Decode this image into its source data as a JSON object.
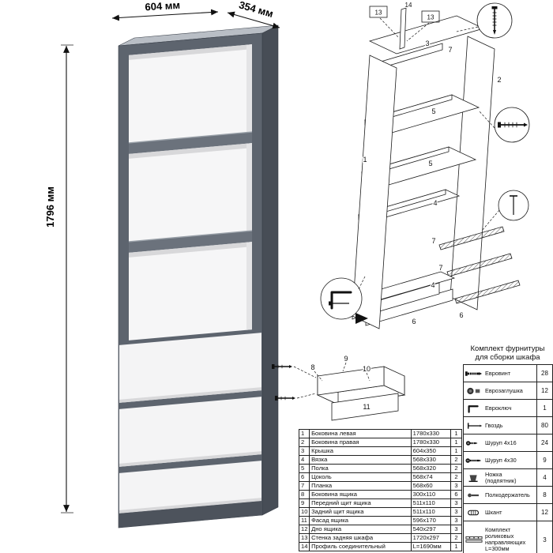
{
  "dimensions": {
    "width": "604 мм",
    "depth": "354 мм",
    "height": "1796 мм"
  },
  "colors": {
    "front": "#5d646e",
    "top": "#b9bec5",
    "side": "#474d56",
    "shelf_band": "#6b727c",
    "white": "#f6f6f7",
    "drawer": "#f4f4f5",
    "plinth": "#4d535c",
    "shadow": "#d8d8da",
    "inner_wall": "#e4e4e6"
  },
  "exploded": {
    "labels": {
      "p1": "1",
      "p2": "2",
      "p3": "3",
      "p5a": "5",
      "p5b": "5",
      "p4a": "4",
      "p4b": "4",
      "p6a": "6",
      "p6b": "6",
      "p7a": "7",
      "p7b": "7",
      "p7c": "7",
      "c13a": "13",
      "c14": "14",
      "c13b": "13"
    }
  },
  "drawer_diagram": {
    "labels": {
      "back": "10",
      "side": "8",
      "front": "9",
      "facade": "11"
    }
  },
  "parts_table": {
    "rows": [
      {
        "num": "1",
        "name": "Боковина левая",
        "size": "1780x330",
        "qty": "1"
      },
      {
        "num": "2",
        "name": "Боковина правая",
        "size": "1780x330",
        "qty": "1"
      },
      {
        "num": "3",
        "name": "Крышка",
        "size": "604x350",
        "qty": "1"
      },
      {
        "num": "4",
        "name": "Вязка",
        "size": "568x330",
        "qty": "2"
      },
      {
        "num": "5",
        "name": "Полка",
        "size": "568x320",
        "qty": "2"
      },
      {
        "num": "6",
        "name": "Цоколь",
        "size": "568x74",
        "qty": "2"
      },
      {
        "num": "7",
        "name": "Планка",
        "size": "568x60",
        "qty": "3"
      },
      {
        "num": "8",
        "name": "Боковина ящика",
        "size": "300x110",
        "qty": "6"
      },
      {
        "num": "9",
        "name": "Передний щит ящика",
        "size": "511x110",
        "qty": "3"
      },
      {
        "num": "10",
        "name": "Задний щит ящика",
        "size": "511x110",
        "qty": "3"
      },
      {
        "num": "11",
        "name": "Фасад ящика",
        "size": "596x170",
        "qty": "3"
      },
      {
        "num": "12",
        "name": "Дно ящика",
        "size": "540x297",
        "qty": "3"
      },
      {
        "num": "13",
        "name": "Стенка задняя шкафа",
        "size": "1720x297",
        "qty": "2"
      },
      {
        "num": "14",
        "name": "Профиль соединительный",
        "size": "L=1690мм",
        "qty": "1"
      }
    ]
  },
  "hardware": {
    "title": "Комплект фурнитуры",
    "subtitle": "для сборки шкафа",
    "items": [
      {
        "icon": "confirmat-screw",
        "name": "Евровинт",
        "qty": "28"
      },
      {
        "icon": "euro-cap",
        "name": "Еврозаглушка",
        "qty": "12"
      },
      {
        "icon": "hex-key",
        "name": "Евроключ",
        "qty": "1"
      },
      {
        "icon": "nail",
        "name": "Гвоздь",
        "qty": "80"
      },
      {
        "icon": "screw",
        "name": "Шуруп 4x16",
        "qty": "24"
      },
      {
        "icon": "screw-long",
        "name": "Шуруп 4x30",
        "qty": "9"
      },
      {
        "icon": "foot",
        "name": "Ножка (подпятник)",
        "qty": "4"
      },
      {
        "icon": "shelf-support",
        "name": "Полкодержатель",
        "qty": "8"
      },
      {
        "icon": "dowel",
        "name": "Шкант",
        "qty": "12"
      },
      {
        "icon": "roller-rails",
        "name": "Комплект роликовых направляющих L=300мм",
        "qty": "3"
      }
    ]
  }
}
